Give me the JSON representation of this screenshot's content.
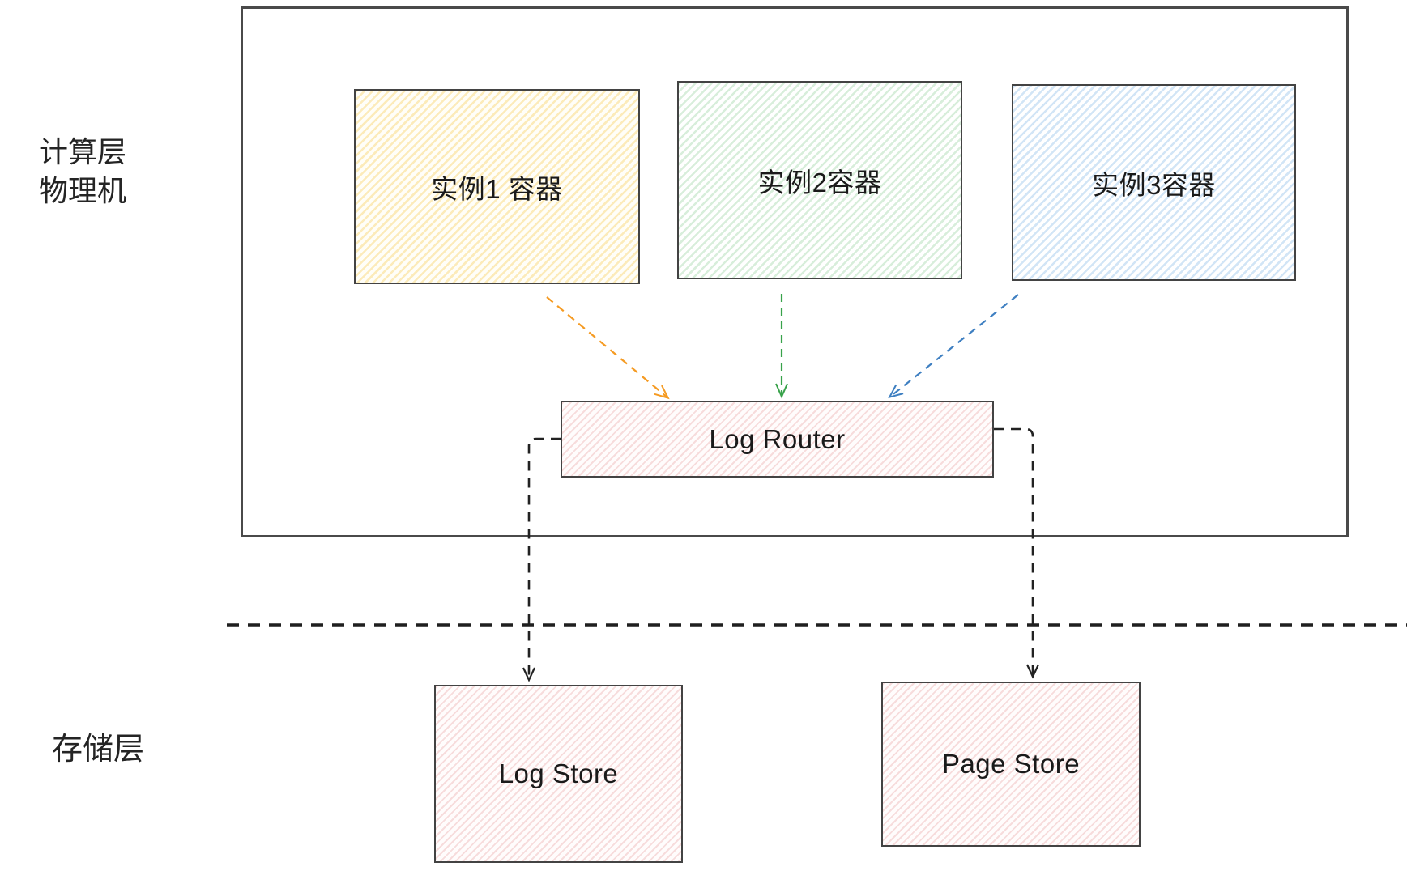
{
  "diagram": {
    "compute_layer": {
      "label_lines": [
        "计算层",
        "物理机"
      ]
    },
    "storage_layer": {
      "label": "存储层"
    },
    "nodes": {
      "instance1": {
        "label": "实例1 容器"
      },
      "instance2": {
        "label": "实例2容器"
      },
      "instance3": {
        "label": "实例3容器"
      },
      "log_router": {
        "label": "Log Router"
      },
      "log_store": {
        "label": "Log Store"
      },
      "page_store": {
        "label": "Page Store"
      }
    },
    "edges": [
      {
        "from": "instance1",
        "to": "log_router",
        "style": "dashed",
        "color": "#f59b23"
      },
      {
        "from": "instance2",
        "to": "log_router",
        "style": "dashed",
        "color": "#38a24a"
      },
      {
        "from": "instance3",
        "to": "log_router",
        "style": "dashed",
        "color": "#3e7fc1"
      },
      {
        "from": "log_router",
        "to": "log_store",
        "style": "dashed-elbow",
        "color": "#222222"
      },
      {
        "from": "log_router",
        "to": "page_store",
        "style": "dashed-elbow",
        "color": "#222222"
      }
    ],
    "separator": {
      "style": "dashed",
      "color": "#1f1f1f"
    },
    "colors": {
      "instance1_hatch": "#fcebba",
      "instance2_hatch": "#d8eedb",
      "instance3_hatch": "#d2e5f6",
      "store_hatch": "#f7dcdc",
      "node_border": "#434343",
      "outer_border": "#4a4a4a",
      "text": "#1a1a1a"
    }
  }
}
